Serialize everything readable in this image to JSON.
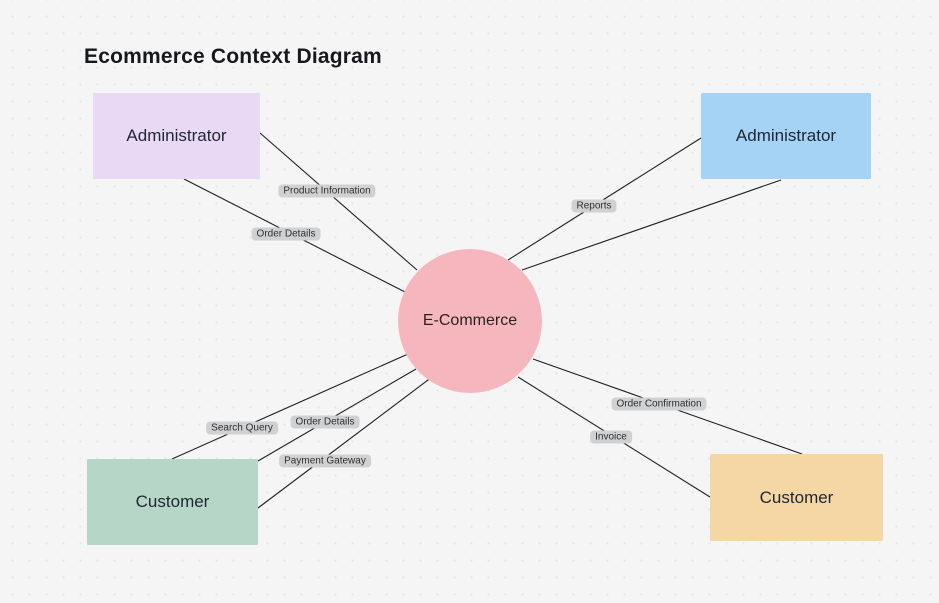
{
  "title": "Ecommerce Context Diagram",
  "diagram": {
    "process": {
      "label": "E-Commerce",
      "color": "#f5b7bd"
    },
    "entities": [
      {
        "id": "administrator-top-left",
        "label": "Administrator",
        "color": "#ead9f4"
      },
      {
        "id": "administrator-top-right",
        "label": "Administrator",
        "color": "#a5d3f5"
      },
      {
        "id": "customer-bottom-left",
        "label": "Customer",
        "color": "#b6d7c7"
      },
      {
        "id": "customer-bottom-right",
        "label": "Customer",
        "color": "#f4d7a5"
      }
    ],
    "flows": [
      {
        "label": "Product Information"
      },
      {
        "label": "Order Details"
      },
      {
        "label": "Reports"
      },
      {
        "label": "Search Query"
      },
      {
        "label": "Order Details"
      },
      {
        "label": "Payment Gateway"
      },
      {
        "label": "Order Confirmation"
      },
      {
        "label": "Invoice"
      }
    ],
    "colors": {
      "background": "#f5f5f6",
      "edge": "#202124",
      "edge_label_bg": "#d0d1d3",
      "text": "#1e2633"
    }
  }
}
